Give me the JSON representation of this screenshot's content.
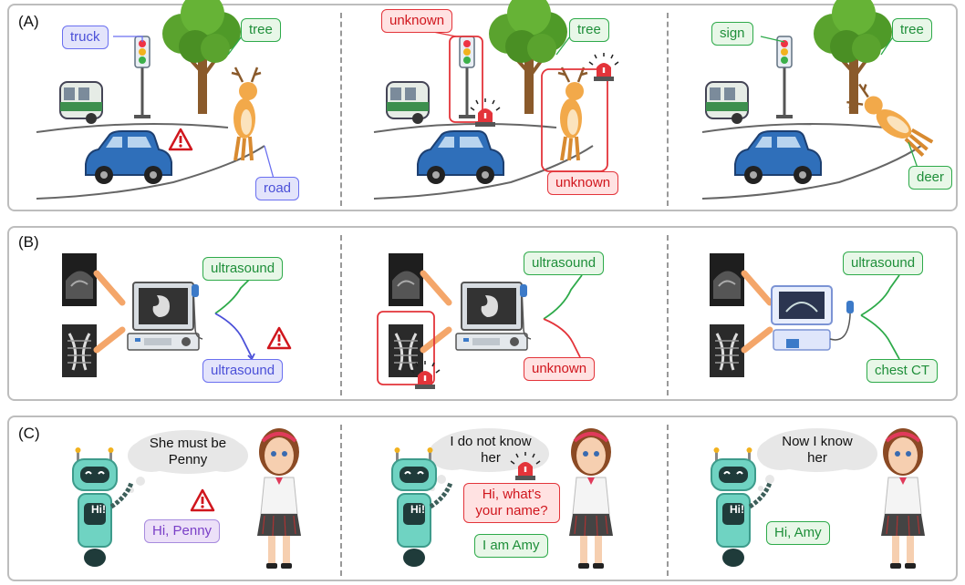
{
  "panels": {
    "a": {
      "label": "(A)"
    },
    "b": {
      "label": "(B)"
    },
    "c": {
      "label": "(C)"
    }
  },
  "scene_a": {
    "col1": {
      "truck": "truck",
      "tree": "tree",
      "road": "road"
    },
    "col2": {
      "unknown_top": "unknown",
      "tree": "tree",
      "unknown_bottom": "unknown"
    },
    "col3": {
      "sign": "sign",
      "tree": "tree",
      "deer": "deer"
    }
  },
  "scene_b": {
    "col1": {
      "top": "ultrasound",
      "bottom": "ultrasound"
    },
    "col2": {
      "top": "ultrasound",
      "bottom": "unknown"
    },
    "col3": {
      "top": "ultrasound",
      "bottom": "chest CT"
    }
  },
  "scene_c": {
    "col1": {
      "thought": "She must be Penny",
      "reply": "Hi, Penny"
    },
    "col2": {
      "thought": "I do not know her",
      "question": "Hi, what's your name?",
      "answer": "I am Amy"
    },
    "col3": {
      "thought": "Now I know her",
      "reply": "Hi, Amy"
    },
    "robot_badge": "Hi!"
  },
  "colors": {
    "green": "#2eaa4a",
    "blue": "#6a6ff0",
    "red": "#e3343a",
    "purple": "#a78bde"
  }
}
